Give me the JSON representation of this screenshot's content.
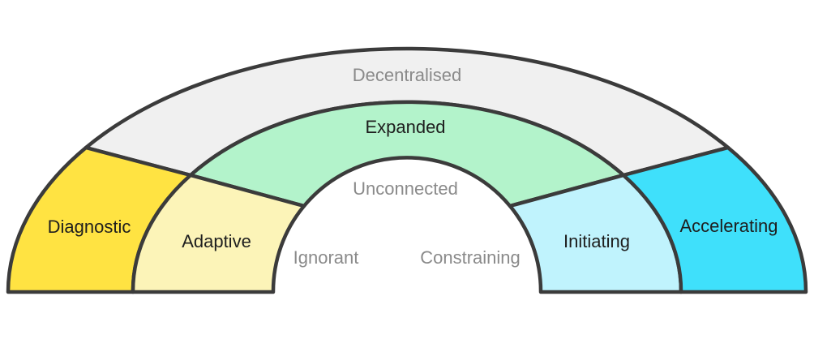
{
  "diagram": {
    "kind": "arch-maturity-diagram",
    "background": "#ffffff",
    "stroke_color": "#3b3b3b",
    "gray_label_color": "#8a8a8a",
    "dark_label_color": "#1e1e1e",
    "rings": [
      {
        "name": "outer",
        "segments": [
          {
            "id": "diagnostic",
            "label": "Diagnostic",
            "fill": "#ffe342",
            "label_color": "#1e1e1e"
          },
          {
            "id": "decentralised",
            "label": "Decentralised",
            "fill": "#f0f0f0",
            "label_color": "#8a8a8a"
          },
          {
            "id": "accelerating",
            "label": "Accelerating",
            "fill": "#3fe0fb",
            "label_color": "#1e1e1e"
          }
        ]
      },
      {
        "name": "middle",
        "segments": [
          {
            "id": "adaptive",
            "label": "Adaptive",
            "fill": "#fcf4b8",
            "label_color": "#1e1e1e"
          },
          {
            "id": "expanded",
            "label": "Expanded",
            "fill": "#b3f3cb",
            "label_color": "#1e1e1e"
          },
          {
            "id": "initiating",
            "label": "Initiating",
            "fill": "#c0f3fd",
            "label_color": "#1e1e1e"
          }
        ]
      },
      {
        "name": "inner",
        "segments": [
          {
            "id": "ignorant",
            "label": "Ignorant",
            "fill": "none",
            "label_color": "#8a8a8a"
          },
          {
            "id": "unconnected",
            "label": "Unconnected",
            "fill": "none",
            "label_color": "#8a8a8a"
          },
          {
            "id": "constraining",
            "label": "Constraining",
            "fill": "none",
            "label_color": "#8a8a8a"
          }
        ]
      }
    ]
  }
}
